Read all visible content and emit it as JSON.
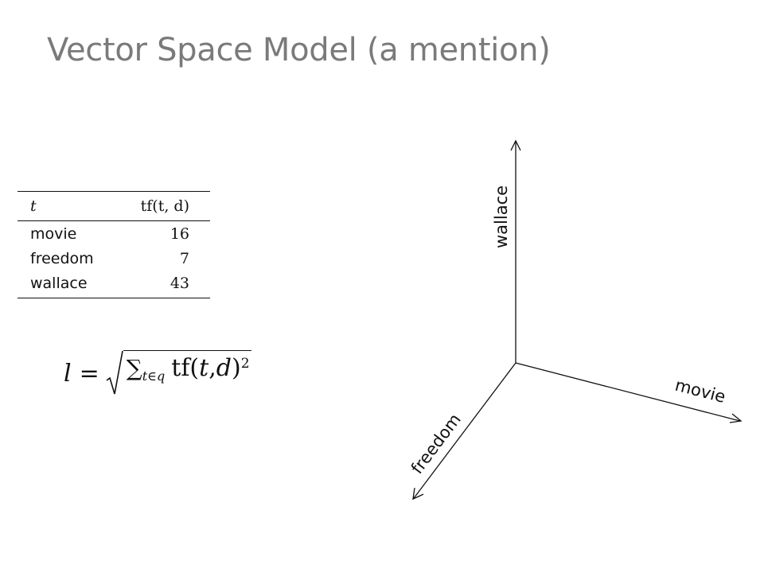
{
  "slide": {
    "title": "Vector Space Model (a mention)"
  },
  "table": {
    "header_term": "t",
    "header_tf": "tf(t, d)",
    "rows": [
      {
        "term": "movie",
        "tf": "16"
      },
      {
        "term": "freedom",
        "tf": "7"
      },
      {
        "term": "wallace",
        "tf": "43"
      }
    ]
  },
  "formula": {
    "lhs": "l",
    "eq": "=",
    "sum": "∑",
    "sub": "t∈q",
    "tf": "tf(",
    "t": "t",
    "comma": ", ",
    "d": "d",
    "close": ")",
    "sup": "2"
  },
  "axes": {
    "wallace_label": "wallace",
    "movie_label": "movie",
    "freedom_label": "freedom"
  }
}
